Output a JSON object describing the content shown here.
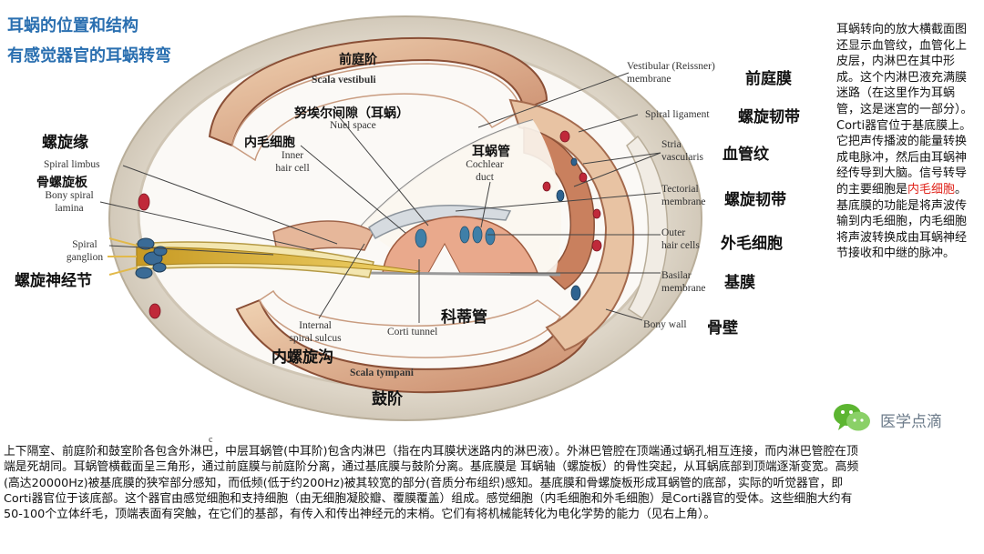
{
  "titles": {
    "line1": "耳蜗的位置和结构",
    "line2": "有感觉器官的耳蜗转弯"
  },
  "labels": {
    "vestibuli_zh": "前庭阶",
    "vestibuli_en": "Scala vestibuli",
    "nuel_zh": "努埃尔间隙（耳蜗）",
    "nuel_en": "Nuel space",
    "inner_hair_zh": "内毛细胞",
    "inner_hair_en1": "Inner",
    "inner_hair_en2": "hair cell",
    "cochlear_duct_zh": "耳蜗管",
    "cochlear_duct_en1": "Cochlear",
    "cochlear_duct_en2": "duct",
    "spiral_limbus_zh": "螺旋缘",
    "spiral_limbus_en": "Spiral limbus",
    "bony_lamina_zh": "骨螺旋板",
    "bony_lamina_en1": "Bony spiral",
    "bony_lamina_en2": "lamina",
    "ganglion_en1": "Spiral",
    "ganglion_en2": "ganglion",
    "ganglion_zh": "螺旋神经节",
    "reissner_en1": "Vestibular (Reissner)",
    "reissner_en2": "membrane",
    "reissner_zh": "前庭膜",
    "ligament_en": "Spiral ligament",
    "ligament_zh": "螺旋韧带",
    "stria_en1": "Stria",
    "stria_en2": "vascularis",
    "stria_zh": "血管纹",
    "tectorial_en1": "Tectorial",
    "tectorial_en2": "membrane",
    "tectorial_zh": "螺旋韧带",
    "outer_hair_en1": "Outer",
    "outer_hair_en2": "hair cells",
    "outer_hair_zh": "外毛细胞",
    "basilar_en1": "Basilar",
    "basilar_en2": "membrane",
    "basilar_zh": "基膜",
    "bony_wall_en": "Bony wall",
    "bony_wall_zh": "骨壁",
    "corti_tunnel_en": "Corti tunnel",
    "corti_zh": "科蒂管",
    "sulcus_en1": "Internal",
    "sulcus_en2": "spiral sulcus",
    "sulcus_zh": "内螺旋沟",
    "tympani_en": "Scala tympani",
    "tympani_zh": "鼓阶",
    "stray_c": "c"
  },
  "side_text": {
    "part1": "耳蜗转向的放大横截面图还显示血管纹，血管化上皮层，内淋巴在其中形成。这个内淋巴液充满膜迷路（在这里作为耳蜗管，这是迷宫的一部分）。Corti器官位于基底膜上。它把声传播波的能量转换成电脉冲，然后由耳蜗神经传导到大脑。信号转导的主要细胞是",
    "highlight": "内毛细胞",
    "part2": "。基底膜的功能是将声波传输到内毛细胞，内毛细胞将声波转换成由耳蜗神经节接收和中继的脉冲。"
  },
  "watermark": "医学点滴",
  "bottom_text": "上下隔室、前庭阶和鼓室阶各包含外淋巴，中层耳蜗管(中耳阶)包含内淋巴（指在内耳膜状迷路内的淋巴液）。外淋巴管腔在顶端通过蜗孔相互连接，而内淋巴管腔在顶端是死胡同。耳蜗管横截面呈三角形，通过前庭膜与前庭阶分离，通过基底膜与鼓阶分离。基底膜是 耳蜗轴（螺旋板）的骨性突起，从耳蜗底部到顶端逐渐变宽。高频(高达20000Hz)被基底膜的狭窄部分感知，而低频(低于约200Hz)被其较宽的部分(音质分布组织)感知。基底膜和骨螺旋板形成耳蜗管的底部，实际的听觉器官，即Corti器官位于该底部。这个器官由感觉细胞和支持细胞（由无细胞凝胶瓣、覆膜覆盖）组成。感觉细胞（内毛细胞和外毛细胞）是Corti器官的受体。这些细胞大约有50-100个立体纤毛，顶端表面有突触，在它们的基部，有传入和传出神经元的末梢。它们有将机械能转化为电化学势的能力（见右上角）。",
  "colors": {
    "title_blue": "#2a6fb0",
    "bone_outer": "#d9d2c4",
    "bone_ring": "#efe9df",
    "duct_brown": "#a8674a",
    "duct_light": "#e9c8a6",
    "nerve_yellow": "#d8b23a",
    "highlight_red": "#e0241b"
  }
}
